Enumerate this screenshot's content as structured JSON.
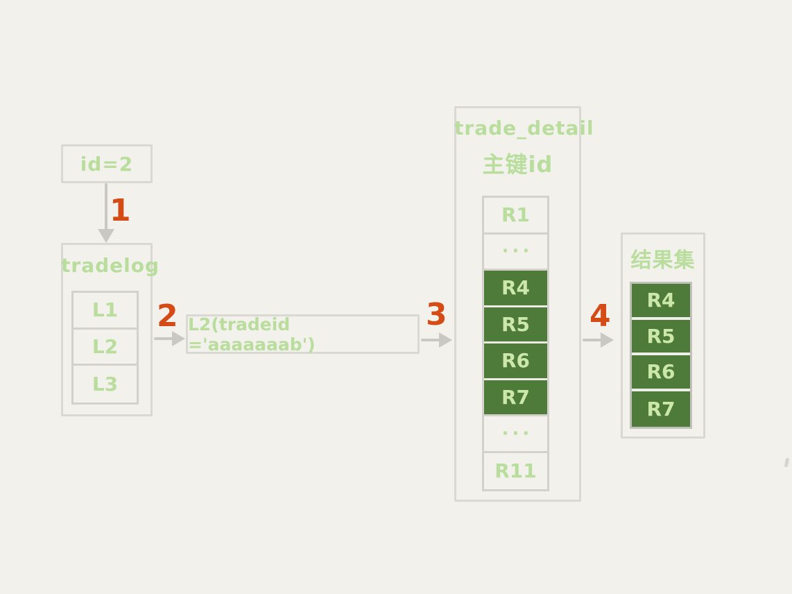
{
  "colors": {
    "background": "#f2f1ec",
    "box_border": "#d9d8d2",
    "light_green_text": "#b9dd9c",
    "dark_green_fill": "#4e7b39",
    "green_cell_text": "#cbe7a9",
    "step_orange": "#d54b16",
    "arrow_gray": "#c9c8c2"
  },
  "diagram": {
    "id_box": {
      "label": "id=2"
    },
    "steps": [
      {
        "num": "1",
        "direction": "down"
      },
      {
        "num": "2",
        "direction": "right"
      },
      {
        "num": "3",
        "direction": "right"
      },
      {
        "num": "4",
        "direction": "right"
      }
    ],
    "tradelog": {
      "title": "tradelog",
      "rows": [
        "L1",
        "L2",
        "L3"
      ]
    },
    "condition_box": {
      "label": "L2(tradeid ='aaaaaaab')"
    },
    "trade_detail": {
      "title": "trade_detail",
      "subtitle": "主键id",
      "rows": [
        {
          "label": "R1",
          "highlight": false
        },
        {
          "label": "···",
          "highlight": false
        },
        {
          "label": "R4",
          "highlight": true
        },
        {
          "label": "R5",
          "highlight": true
        },
        {
          "label": "R6",
          "highlight": true
        },
        {
          "label": "R7",
          "highlight": true
        },
        {
          "label": "···",
          "highlight": false
        },
        {
          "label": "R11",
          "highlight": false
        }
      ]
    },
    "result_set": {
      "title": "结果集",
      "rows": [
        "R4",
        "R5",
        "R6",
        "R7"
      ]
    }
  }
}
